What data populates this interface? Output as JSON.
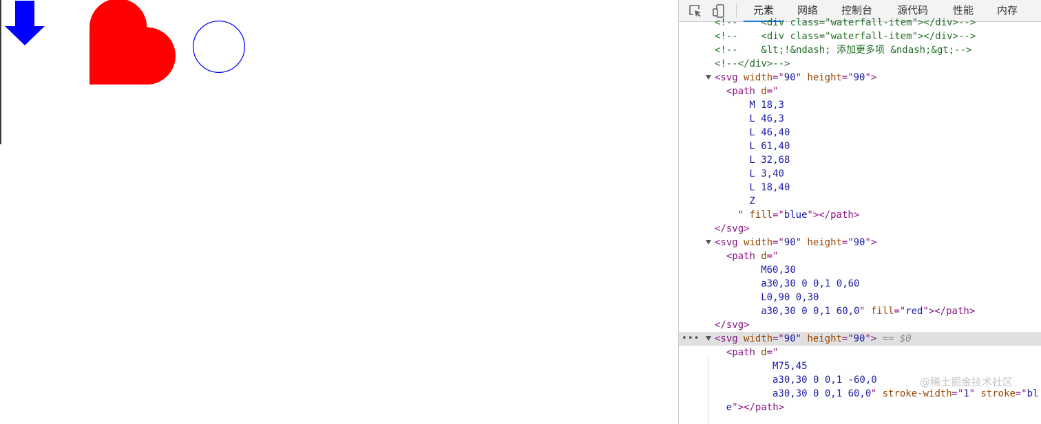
{
  "viewport": {
    "shapes": [
      {
        "name": "blue-arrow",
        "fill": "blue",
        "stroke": "none"
      },
      {
        "name": "red-heart",
        "fill": "red",
        "stroke": "none"
      },
      {
        "name": "circle-outline",
        "fill": "none",
        "stroke": "blue"
      }
    ]
  },
  "devtools": {
    "tools": [
      "inspect-element-icon",
      "device-toolbar-icon"
    ],
    "tabs": [
      {
        "label": "元素",
        "active": true
      },
      {
        "label": "网络",
        "active": false
      },
      {
        "label": "控制台",
        "active": false
      },
      {
        "label": "源代码",
        "active": false
      },
      {
        "label": "性能",
        "active": false
      },
      {
        "label": "内存",
        "active": false
      }
    ],
    "watermark": "@稀土掘金技术社区",
    "selected_suffix": "== $0",
    "lines": [
      {
        "indent": 0,
        "segments": [
          {
            "t": "<!--    <div class=\"waterfall-item\"></div>-->",
            "c": "comment"
          }
        ]
      },
      {
        "indent": 0,
        "segments": [
          {
            "t": "<!--    <div class=\"waterfall-item\"></div>-->",
            "c": "comment"
          }
        ]
      },
      {
        "indent": 0,
        "segments": [
          {
            "t": "<!--    &lt;!&ndash; 添加更多项 &ndash;&gt;-->",
            "c": "comment"
          }
        ]
      },
      {
        "indent": 0,
        "segments": [
          {
            "t": "<!--</div>-->",
            "c": "comment"
          }
        ]
      },
      {
        "indent": 0,
        "caret": true,
        "segments": [
          {
            "t": "<svg ",
            "c": "tag"
          },
          {
            "t": "width",
            "c": "attr"
          },
          {
            "t": "=\"",
            "c": "tag"
          },
          {
            "t": "90",
            "c": "val"
          },
          {
            "t": "\" ",
            "c": "tag"
          },
          {
            "t": "height",
            "c": "attr"
          },
          {
            "t": "=\"",
            "c": "tag"
          },
          {
            "t": "90",
            "c": "val"
          },
          {
            "t": "\">",
            "c": "tag"
          }
        ]
      },
      {
        "indent": 1,
        "segments": [
          {
            "t": "<path ",
            "c": "tag"
          },
          {
            "t": "d",
            "c": "attr"
          },
          {
            "t": "=\"",
            "c": "tag"
          }
        ]
      },
      {
        "indent": 3,
        "segments": [
          {
            "t": "M 18,3",
            "c": "val"
          }
        ]
      },
      {
        "indent": 3,
        "segments": [
          {
            "t": "L 46,3",
            "c": "val"
          }
        ]
      },
      {
        "indent": 3,
        "segments": [
          {
            "t": "L 46,40",
            "c": "val"
          }
        ]
      },
      {
        "indent": 3,
        "segments": [
          {
            "t": "L 61,40",
            "c": "val"
          }
        ]
      },
      {
        "indent": 3,
        "segments": [
          {
            "t": "L 32,68",
            "c": "val"
          }
        ]
      },
      {
        "indent": 3,
        "segments": [
          {
            "t": "L 3,40",
            "c": "val"
          }
        ]
      },
      {
        "indent": 3,
        "segments": [
          {
            "t": "L 18,40",
            "c": "val"
          }
        ]
      },
      {
        "indent": 3,
        "segments": [
          {
            "t": "Z",
            "c": "val"
          }
        ]
      },
      {
        "indent": 2,
        "segments": [
          {
            "t": "\" ",
            "c": "tag"
          },
          {
            "t": "fill",
            "c": "attr"
          },
          {
            "t": "=\"",
            "c": "tag"
          },
          {
            "t": "blue",
            "c": "val"
          },
          {
            "t": "\"></path>",
            "c": "tag"
          }
        ]
      },
      {
        "indent": 0,
        "segments": [
          {
            "t": "</svg>",
            "c": "tag"
          }
        ]
      },
      {
        "indent": 0,
        "caret": true,
        "segments": [
          {
            "t": "<svg ",
            "c": "tag"
          },
          {
            "t": "width",
            "c": "attr"
          },
          {
            "t": "=\"",
            "c": "tag"
          },
          {
            "t": "90",
            "c": "val"
          },
          {
            "t": "\" ",
            "c": "tag"
          },
          {
            "t": "height",
            "c": "attr"
          },
          {
            "t": "=\"",
            "c": "tag"
          },
          {
            "t": "90",
            "c": "val"
          },
          {
            "t": "\">",
            "c": "tag"
          }
        ]
      },
      {
        "indent": 1,
        "segments": [
          {
            "t": "<path ",
            "c": "tag"
          },
          {
            "t": "d",
            "c": "attr"
          },
          {
            "t": "=\"",
            "c": "tag"
          }
        ]
      },
      {
        "indent": 4,
        "segments": [
          {
            "t": "M60,30",
            "c": "val"
          }
        ]
      },
      {
        "indent": 4,
        "segments": [
          {
            "t": "a30,30 0 0,1 0,60",
            "c": "val"
          }
        ]
      },
      {
        "indent": 4,
        "segments": [
          {
            "t": "L0,90 0,30",
            "c": "val"
          }
        ]
      },
      {
        "indent": 4,
        "segments": [
          {
            "t": "a30,30 0 0,1 60,0",
            "c": "val"
          },
          {
            "t": "\" ",
            "c": "tag"
          },
          {
            "t": "fill",
            "c": "attr"
          },
          {
            "t": "=\"",
            "c": "tag"
          },
          {
            "t": "red",
            "c": "val"
          },
          {
            "t": "\"></path>",
            "c": "tag"
          }
        ]
      },
      {
        "indent": 0,
        "segments": [
          {
            "t": "</svg>",
            "c": "tag"
          }
        ]
      },
      {
        "indent": 0,
        "caret": true,
        "selected": true,
        "segments": [
          {
            "t": "<svg ",
            "c": "tag"
          },
          {
            "t": "width",
            "c": "attr"
          },
          {
            "t": "=\"",
            "c": "tag"
          },
          {
            "t": "90",
            "c": "val"
          },
          {
            "t": "\" ",
            "c": "tag"
          },
          {
            "t": "height",
            "c": "attr"
          },
          {
            "t": "=\"",
            "c": "tag"
          },
          {
            "t": "90",
            "c": "val"
          },
          {
            "t": "\">",
            "c": "tag"
          }
        ]
      },
      {
        "indent": 1,
        "segments": [
          {
            "t": "<path ",
            "c": "tag"
          },
          {
            "t": "d",
            "c": "attr"
          },
          {
            "t": "=\"",
            "c": "tag"
          }
        ]
      },
      {
        "indent": 5,
        "segments": [
          {
            "t": "M75,45",
            "c": "val"
          }
        ]
      },
      {
        "indent": 5,
        "segments": [
          {
            "t": "a30,30 0 0,1 -60,0",
            "c": "val"
          }
        ]
      },
      {
        "indent": 5,
        "segments": [
          {
            "t": "a30,30 0 0,1 60,0",
            "c": "val"
          },
          {
            "t": "\" ",
            "c": "tag"
          },
          {
            "t": "stroke-width",
            "c": "attr"
          },
          {
            "t": "=\"",
            "c": "tag"
          },
          {
            "t": "1",
            "c": "val"
          },
          {
            "t": "\" ",
            "c": "tag"
          },
          {
            "t": "stroke",
            "c": "attr"
          },
          {
            "t": "=\"",
            "c": "tag"
          },
          {
            "t": "bl",
            "c": "val"
          }
        ]
      },
      {
        "indent": 1,
        "segments": [
          {
            "t": "e",
            "c": "val"
          },
          {
            "t": "\"></path>",
            "c": "tag"
          }
        ]
      }
    ]
  }
}
